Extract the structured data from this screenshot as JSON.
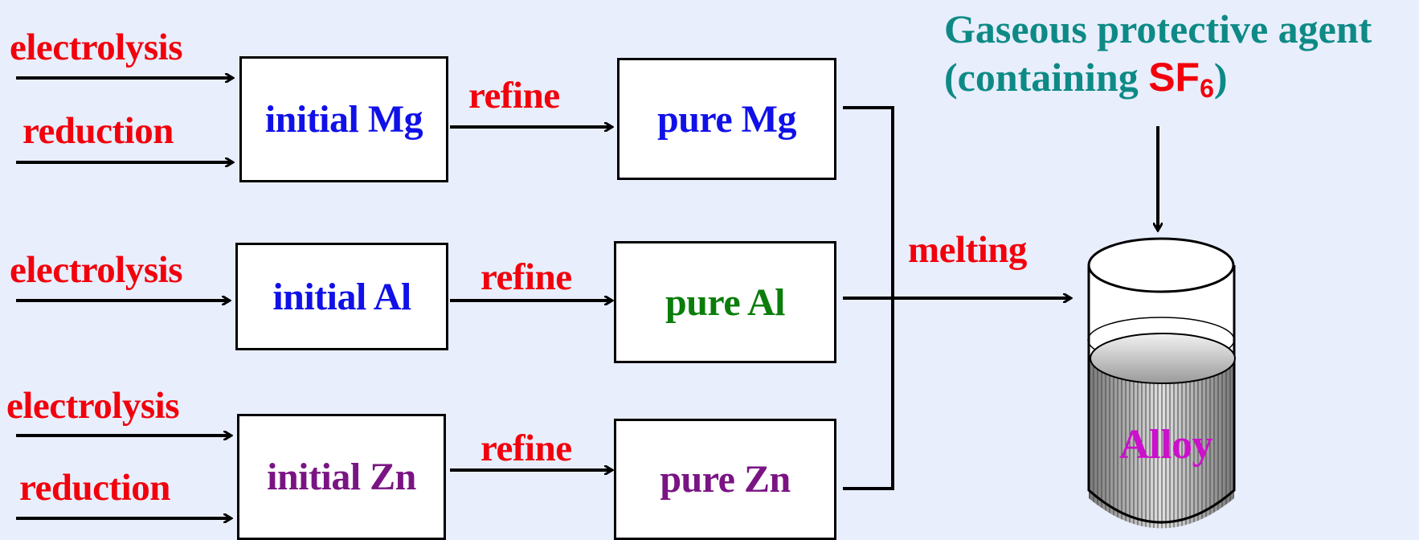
{
  "inputs": {
    "mg": [
      "electrolysis",
      "reduction"
    ],
    "al": [
      "electrolysis"
    ],
    "zn": [
      "electrolysis",
      "reduction"
    ]
  },
  "initial": {
    "mg": "initial Mg",
    "al": "initial Al",
    "zn": "initial Zn"
  },
  "refine_label": "refine",
  "pure": {
    "mg": "pure Mg",
    "al": "pure Al",
    "zn": "pure Zn"
  },
  "melting_label": "melting",
  "agent": {
    "line1": "Gaseous protective agent",
    "line2_prefix": "(containing ",
    "formula": "SF",
    "subscript": "6",
    "line2_suffix": ")"
  },
  "vessel_label": "Alloy",
  "colors": {
    "background": "#E8EEFC",
    "label_red": "#F2000C",
    "mg_blue": "#1010E8",
    "al_green": "#0A7D0A",
    "zn_purple": "#7A1484",
    "agent_teal": "#0E8A86",
    "alloy_magenta": "#CC10CC"
  }
}
